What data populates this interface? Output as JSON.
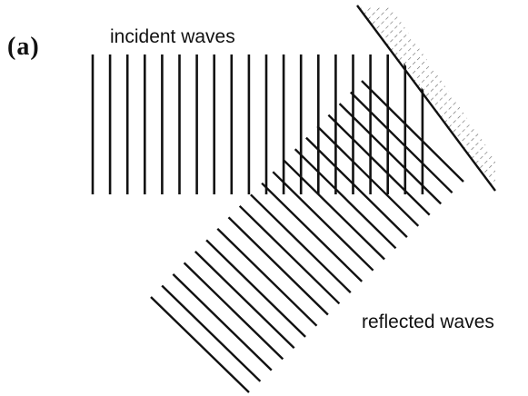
{
  "figure": {
    "panel_label": "(a)",
    "labels": {
      "incident": "incident waves",
      "reflected": "reflected waves"
    },
    "incident_wave_count": 20,
    "reflected_wave_count": 20,
    "colors": {
      "line": "#111111",
      "background": "#ffffff"
    }
  }
}
